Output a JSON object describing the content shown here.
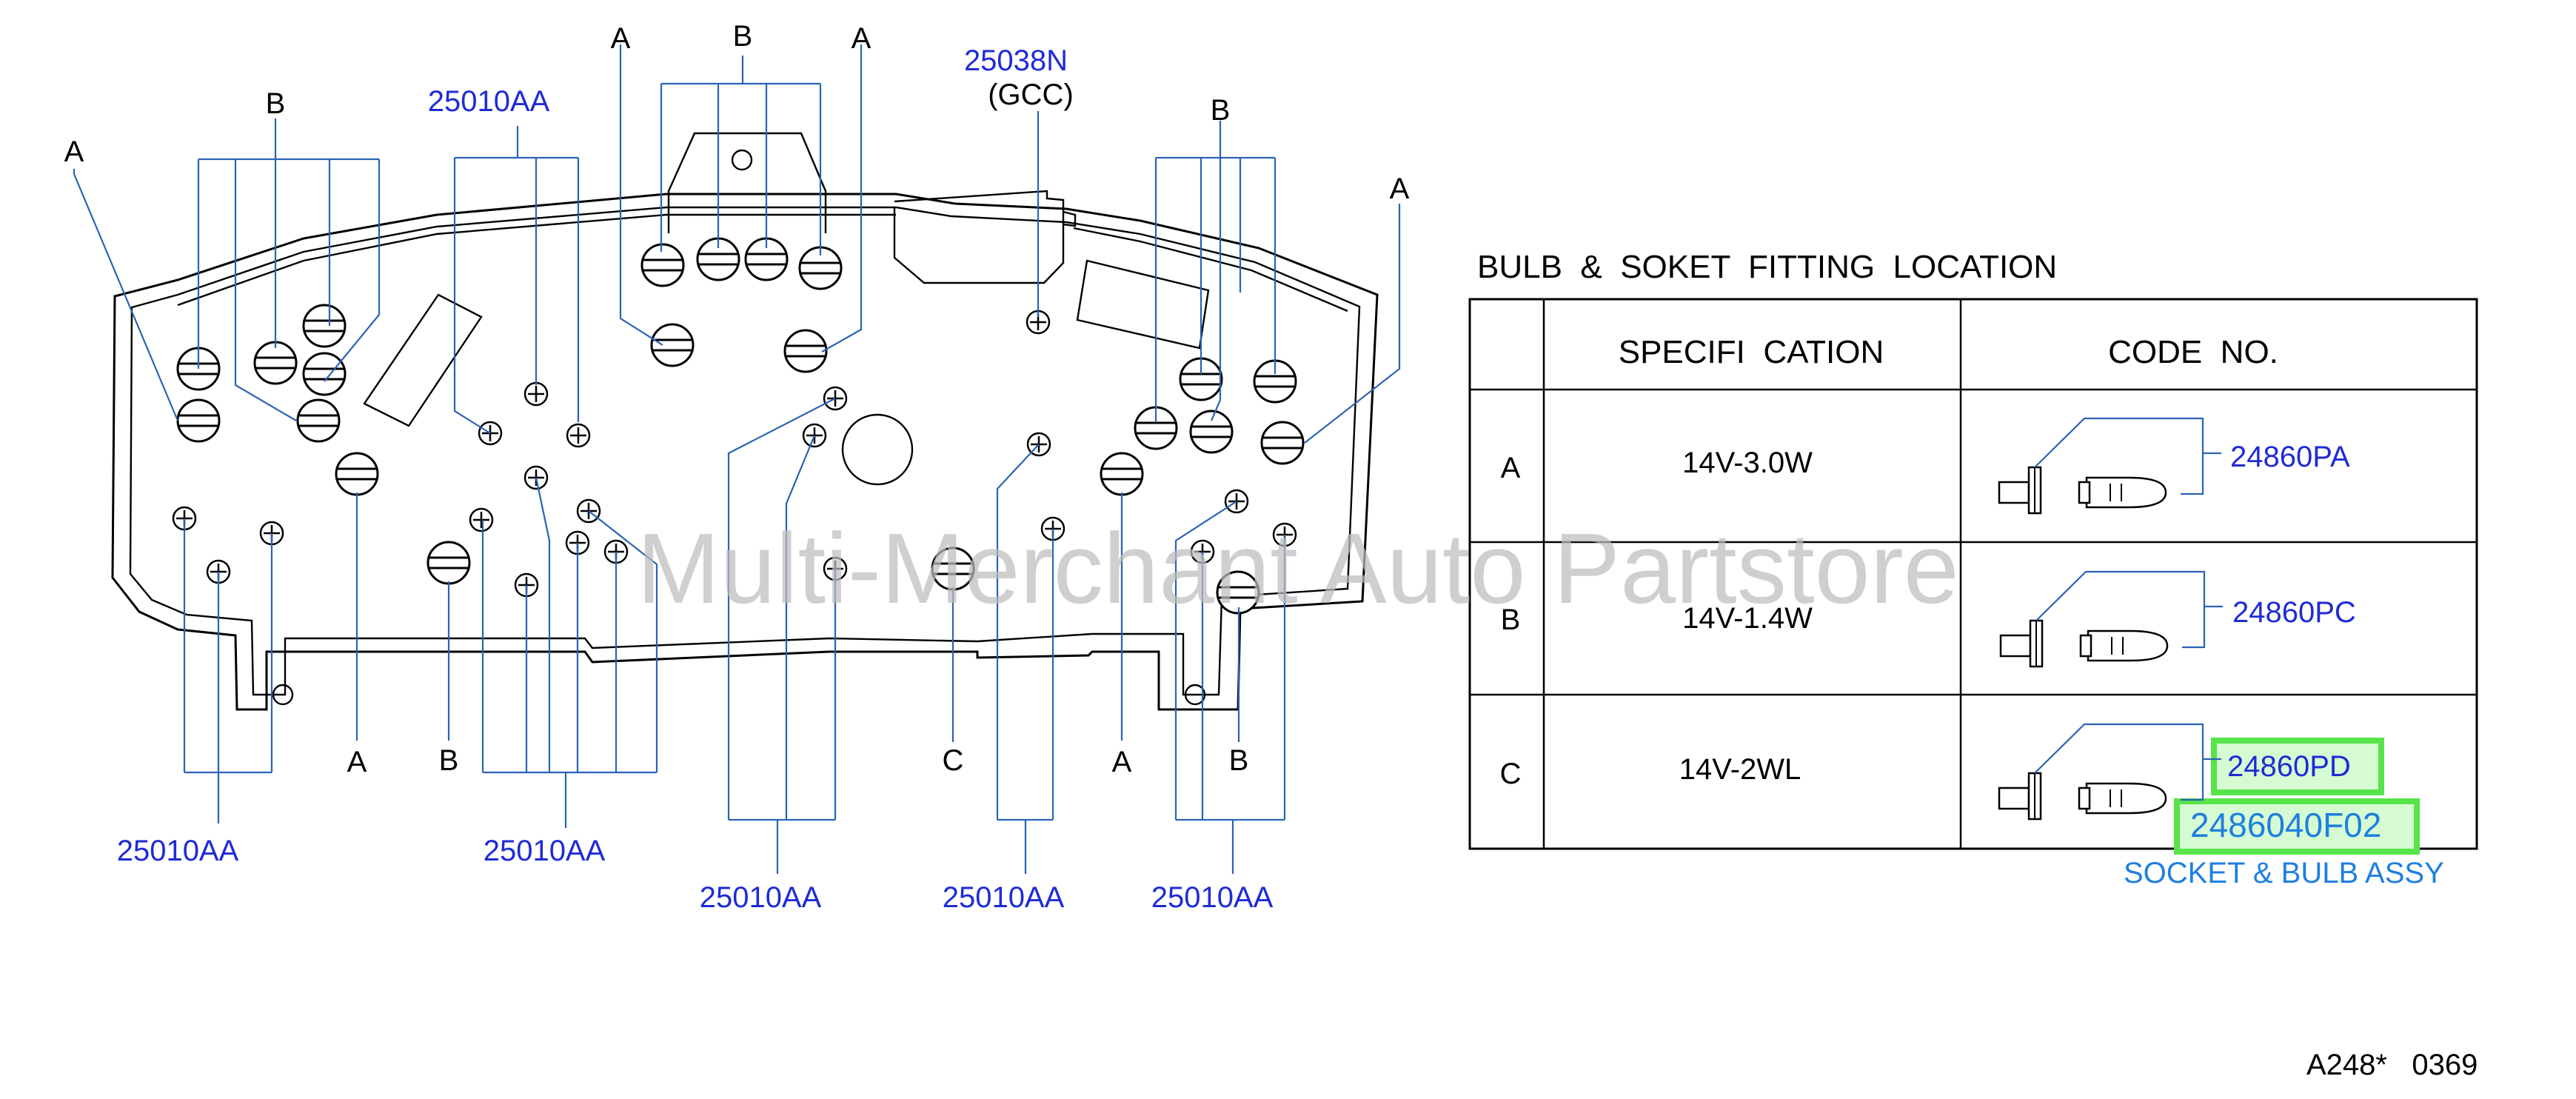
{
  "labels": {
    "left_a": "A",
    "left_b": "B",
    "top_25010aa": "25010AA",
    "top_a_left": "A",
    "top_b": "B",
    "top_a_right": "A",
    "top_25038n": "25038N",
    "top_gcc": "(GCC)",
    "right_b": "B",
    "right_a": "A",
    "bottom_a_left": "A",
    "bottom_b_left": "B",
    "bottom_c": "C",
    "bottom_a_right": "A",
    "bottom_b_right": "B",
    "bottom_25010aa_1": "25010AA",
    "bottom_25010aa_2": "25010AA",
    "bottom_25010aa_3": "25010AA",
    "bottom_25010aa_4": "25010AA",
    "bottom_25010aa_5": "25010AA"
  },
  "table": {
    "title": "BULB  &  SOKET  FITTING  LOCATION",
    "header_spec": "SPECIFI  CATION",
    "header_code": "CODE  NO.",
    "rows": [
      {
        "key": "A",
        "spec": "14V-3.0W",
        "code": "24860PA"
      },
      {
        "key": "B",
        "spec": "14V-1.4W",
        "code": "24860PC"
      },
      {
        "key": "C",
        "spec": "14V-2WL",
        "code": "24860PD",
        "code2": "2486040F02"
      }
    ],
    "assy_label": "SOCKET & BULB ASSY"
  },
  "watermark": "Multi-Merchant Auto Partstore",
  "reference": "A248*   0369",
  "colors": {
    "callout_blue": "#1f2bd6",
    "line_blue": "#2a63b4",
    "assy_blue": "#1e7fe0",
    "highlight_green": "#57e34a",
    "highlight_fill": "#d6fbd3"
  }
}
